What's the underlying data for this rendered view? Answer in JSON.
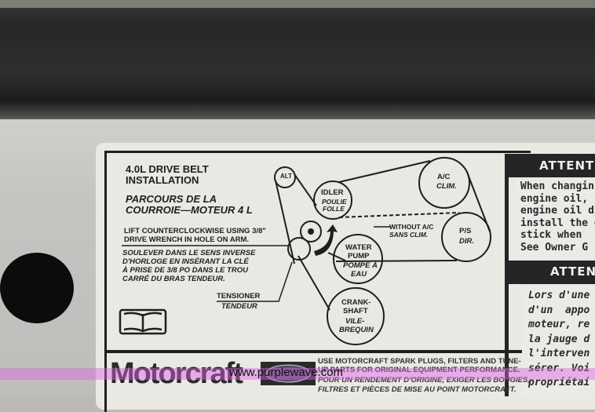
{
  "label": {
    "title_en": [
      "4.0L DRIVE BELT",
      "INSTALLATION"
    ],
    "title_fr": [
      "PARCOURS DE LA",
      "COURROIE—MOTEUR 4 L"
    ],
    "instr_en": [
      "LIFT COUNTERCLOCKWISE USING 3/8\"",
      "DRIVE WRENCH IN HOLE ON ARM."
    ],
    "instr_fr": [
      "SOULEVER DANS LE SENS INVERSE",
      "D'HORLOGE EN  INSÉRANT LA CLÉ",
      "À  PRISE DE 3/8 PO DANS  LE TROU",
      "CARRÉ DU BRAS TENDEUR."
    ],
    "tensioner_en": "TENSIONER",
    "tensioner_fr": "TENDEUR",
    "pulleys": {
      "alt": "ALT",
      "idler_en": "IDLER",
      "idler_fr": [
        "POULIE",
        "FOLLE"
      ],
      "ac_en": "A/C",
      "ac_fr": "CLIM.",
      "ps_en": "P/S",
      "ps_fr": "DIR.",
      "wp_en": [
        "WATER",
        "PUMP"
      ],
      "wp_fr": [
        "POMPE À",
        "EAU"
      ],
      "crank_en": [
        "CRANK-",
        "SHAFT"
      ],
      "crank_fr": [
        "VILE-",
        "BREQUIN"
      ]
    },
    "without_ac_en": "WITHOUT A/C",
    "without_ac_fr": "SANS CLIM.",
    "attention_1": {
      "heading": "ATTENT",
      "body": "When changin\nengine oil, r\nengine oil di\ninstall the en\nstick when \nSee Owner G"
    },
    "attention_2": {
      "heading": "ATTEN",
      "body": "Lors d'une\nd'un  appo\nmoteur, re\nla jauge d\nl'interven\nsérer. Voi\npropriétai"
    },
    "brand": "Motorcraft",
    "footer_en": [
      "USE MOTORCRAFT SPARK PLUGS, FILTERS AND TUNE-",
      "UP PARTS FOR ORIGINAL EQUIPMENT PERFORMANCE."
    ],
    "footer_fr": [
      "POUR UN RENDEMENT D'ORIGINE, EXIGER LES BOUGIES,",
      "FILTRES ET PIÈCES DE MISE AU POINT MOTORCRAFT."
    ]
  },
  "watermark": "www.purplewave.com",
  "icons": {
    "manual": "open-book-icon",
    "ford": "ford-oval-logo"
  }
}
